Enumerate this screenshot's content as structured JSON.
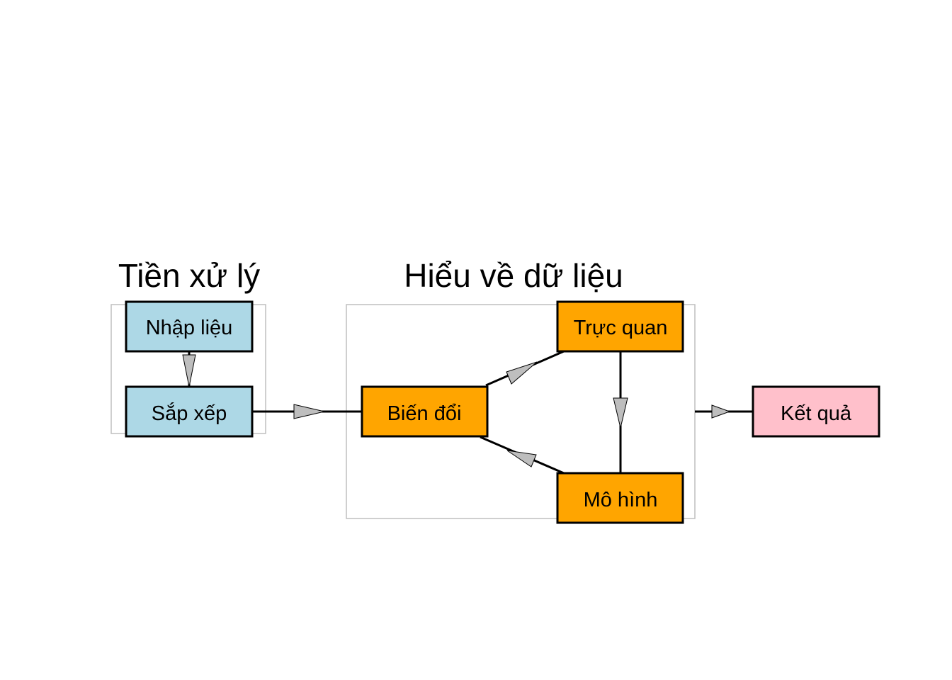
{
  "colors": {
    "preprocess": "#add8e6",
    "understand": "#ffa500",
    "result": "#ffc0cb"
  },
  "groups": {
    "preprocess": {
      "title": "Tiền xử lý"
    },
    "understand": {
      "title": "Hiểu về dữ liệu"
    }
  },
  "nodes": {
    "import": {
      "label": "Nhập liệu"
    },
    "tidy": {
      "label": "Sắp xếp"
    },
    "transform": {
      "label": "Biến đổi"
    },
    "visualize": {
      "label": "Trực quan"
    },
    "model": {
      "label": "Mô hình"
    },
    "communicate": {
      "label": "Kết quả"
    }
  },
  "edges": [
    {
      "from": "import",
      "to": "tidy"
    },
    {
      "from": "tidy",
      "to": "transform"
    },
    {
      "from": "transform",
      "to": "visualize"
    },
    {
      "from": "visualize",
      "to": "model"
    },
    {
      "from": "model",
      "to": "transform"
    },
    {
      "from": "understand",
      "to": "communicate"
    }
  ]
}
